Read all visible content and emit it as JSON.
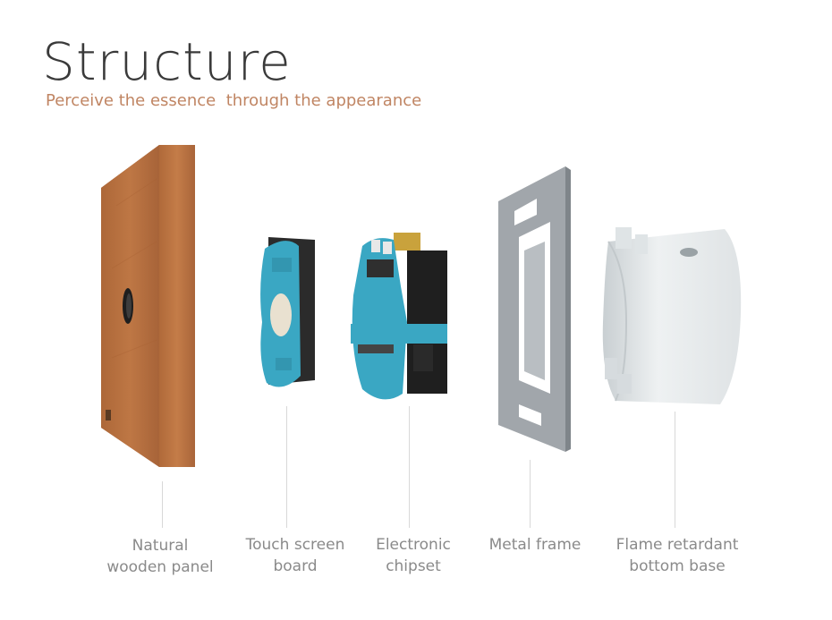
{
  "header": {
    "title": "Structure",
    "subtitle": "Perceive the essence  through the appearance"
  },
  "components": [
    {
      "id": "wooden-panel",
      "line1": "Natural",
      "line2": "wooden panel"
    },
    {
      "id": "touch-board",
      "line1": "Touch screen",
      "line2": "board"
    },
    {
      "id": "chipset",
      "line1": "Electronic",
      "line2": "chipset"
    },
    {
      "id": "metal-frame",
      "line1": "Metal frame",
      "line2": ""
    },
    {
      "id": "bottom-base",
      "line1": "Flame retardant",
      "line2": "bottom base"
    }
  ],
  "colors": {
    "accent": "#c08563",
    "title": "#3a3a3a",
    "label": "#8a8a8a",
    "wood": "#b5703f",
    "pcb": "#3aa7c3",
    "metal": "#9aa0a6",
    "base": "#e4e7e8"
  }
}
